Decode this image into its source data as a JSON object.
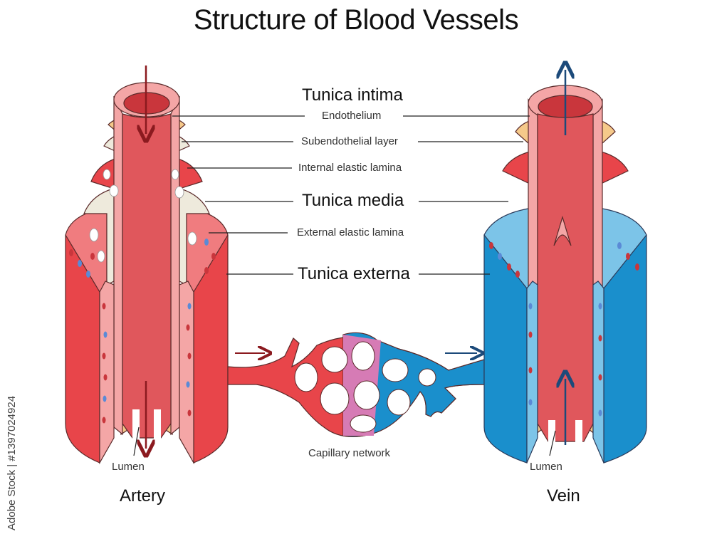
{
  "title": "Structure of Blood Vessels",
  "labels": {
    "tunica_intima": "Tunica intima",
    "endothelium": "Endothelium",
    "subendothelial": "Subendothelial layer",
    "internal_elastic": "Internal elastic lamina",
    "tunica_media": "Tunica media",
    "external_elastic": "External elastic lamina",
    "tunica_externa": "Tunica externa",
    "capillary": "Capillary network",
    "lumen_artery": "Lumen",
    "lumen_vein": "Lumen",
    "artery": "Artery",
    "vein": "Vein"
  },
  "watermark": "Adobe Stock | #1397024924",
  "colors": {
    "artery_red": "#e8454a",
    "artery_dark": "#c9363c",
    "lumen_red": "#e0575c",
    "intima_pink": "#f4a6a6",
    "subendo_tan": "#f5c98a",
    "elastic_cream": "#eeeadc",
    "vein_blue": "#1a8fcc",
    "vein_light": "#7cc4e8",
    "capillary_purple": "#d67bb5",
    "arrow_artery": "#8b1a1f",
    "arrow_vein": "#1c4a7a"
  }
}
